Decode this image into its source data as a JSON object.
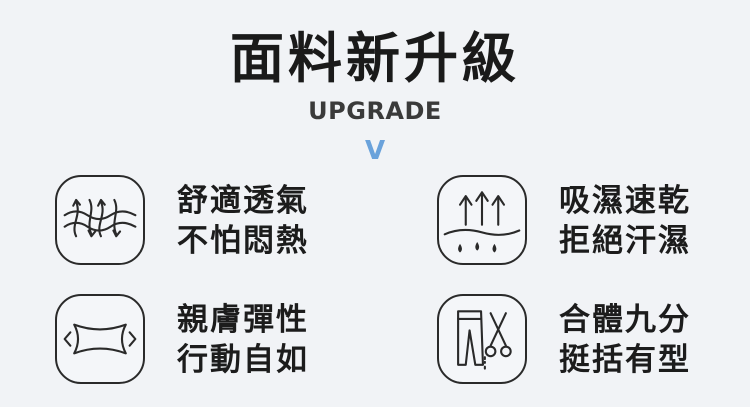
{
  "header": {
    "title": "面料新升級",
    "subtitle": "UPGRADE",
    "chevron": "V"
  },
  "features": [
    {
      "icon": "breathable-fabric-icon",
      "line1": "舒適透氣",
      "line2": "不怕悶熱"
    },
    {
      "icon": "moisture-wicking-icon",
      "line1": "吸濕速乾",
      "line2": "拒絕汗濕"
    },
    {
      "icon": "stretch-fabric-icon",
      "line1": "親膚彈性",
      "line2": "行動自如"
    },
    {
      "icon": "tailored-fit-icon",
      "line1": "合體九分",
      "line2": "挺括有型"
    }
  ],
  "colors": {
    "background": "#f1f3f6",
    "accent": "#6aa2db",
    "text": "#1c1c1c"
  }
}
